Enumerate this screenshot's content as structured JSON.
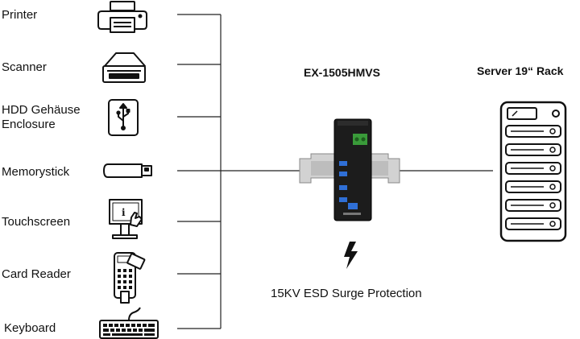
{
  "devices": [
    {
      "label": "Printer",
      "icon": "printer-icon"
    },
    {
      "label": "Scanner",
      "icon": "scanner-icon"
    },
    {
      "label_line1": "HDD Gehäuse",
      "label_line2": "Enclosure",
      "icon": "hdd-enclosure-icon"
    },
    {
      "label": "Memorystick",
      "icon": "usb-stick-icon"
    },
    {
      "label": "Touchscreen",
      "icon": "touchscreen-kiosk-icon"
    },
    {
      "label": "Card Reader",
      "icon": "card-reader-icon"
    },
    {
      "label": "Keyboard",
      "icon": "keyboard-icon"
    }
  ],
  "hub": {
    "title": "EX-1505HMVS",
    "icon": "usb-hub-din-rail-icon"
  },
  "server": {
    "title": "Server 19“ Rack",
    "icon": "server-rack-icon"
  },
  "protection": {
    "caption": "15KV ESD Surge Protection",
    "icon": "lightning-bolt-icon"
  },
  "colors": {
    "line": "#222222",
    "hub_body": "#1c1c1c",
    "usb_port_blue": "#2f6fd6",
    "terminal_green": "#3a9b3a",
    "rail": "#cfcfcf"
  }
}
